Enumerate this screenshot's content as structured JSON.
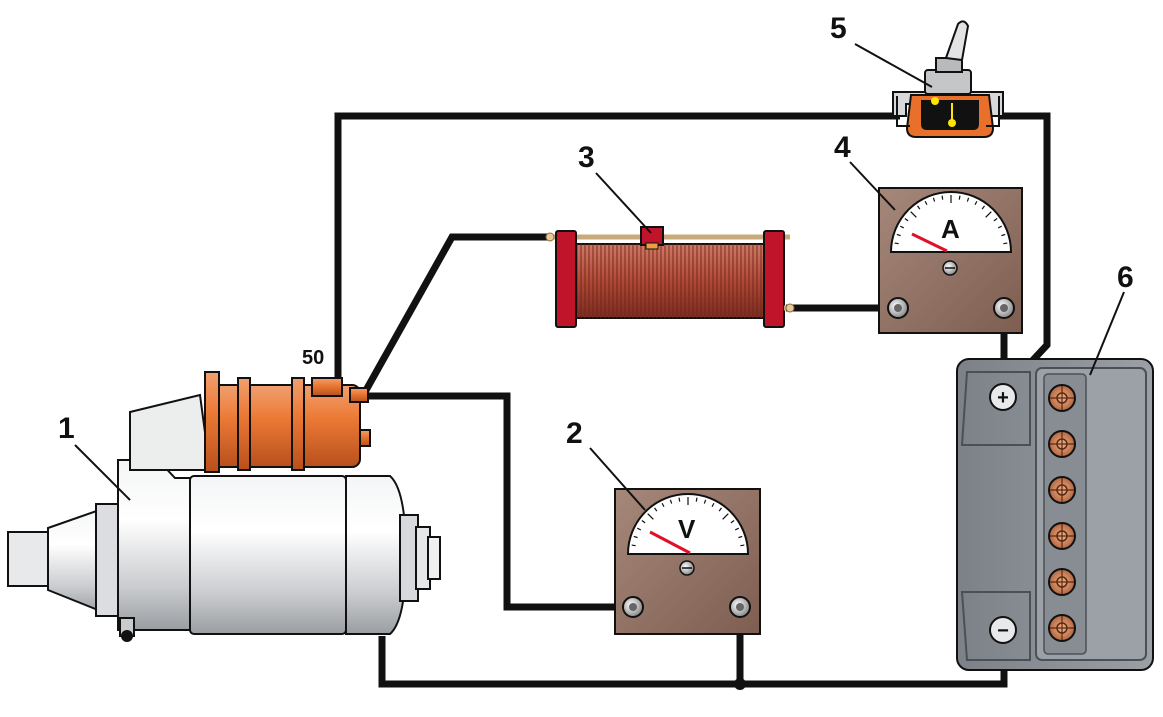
{
  "labels": {
    "starter": "1",
    "voltmeter": "2",
    "rheostat": "3",
    "ammeter": "4",
    "switch": "5",
    "battery": "6",
    "terminal_50": "50"
  },
  "meters": {
    "voltmeter_symbol": "V",
    "ammeter_symbol": "A"
  },
  "battery_terminals": {
    "positive": "+",
    "negative": "−"
  },
  "colors": {
    "wire": "#111111",
    "solenoid": "#e8702a",
    "meter_case": "#8c6a5c",
    "rheostat_coil": "#b5523f",
    "rheostat_frame": "#c0142a",
    "battery_body": "#8a8f95",
    "needle": "#e0102a"
  }
}
